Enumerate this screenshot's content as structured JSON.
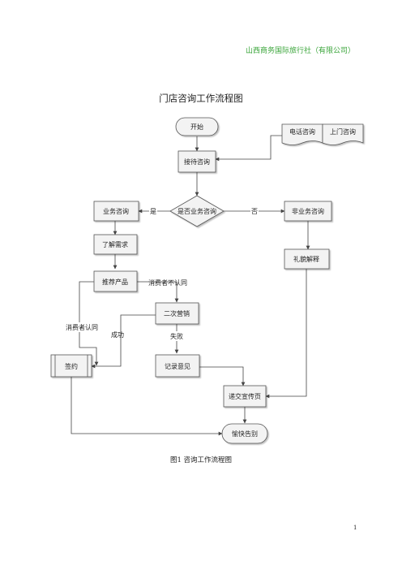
{
  "header": {
    "company": "山西商务国际旅行社（有限公司）"
  },
  "title": "门店咨询工作流程图",
  "caption": "图1  咨询工作流程图",
  "page_number": "1",
  "nodes": {
    "start": "开始",
    "phone": "电话咨询",
    "visit": "上门咨询",
    "reception": "接待咨询",
    "decision": "是否业务咨询",
    "business": "业务咨询",
    "non_business": "非业务咨询",
    "understand": "了解需求",
    "recommend": "推荐产品",
    "second_sale": "二次营销",
    "sign": "签约",
    "record": "记录意见",
    "courtesy": "礼貌解释",
    "brochure": "递交宣传页",
    "farewell": "愉快告别"
  },
  "labels": {
    "yes": "是",
    "no": "否",
    "disagree": "消费者不认同",
    "agree": "消费者认同",
    "success": "成功",
    "fail": "失败"
  }
}
